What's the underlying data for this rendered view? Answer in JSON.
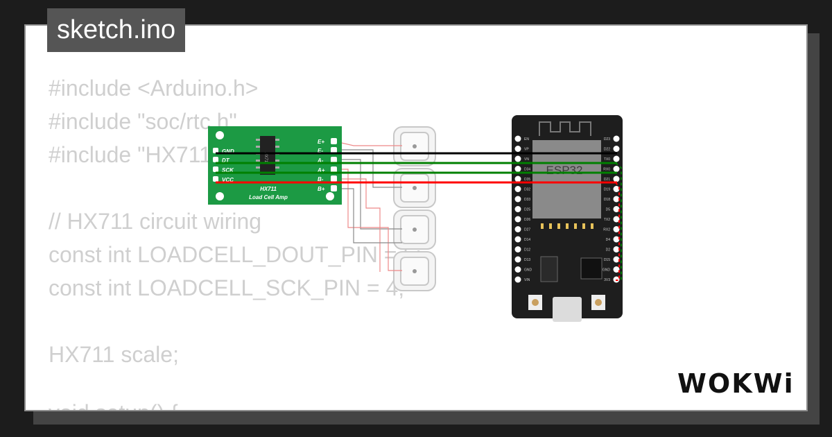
{
  "tab": {
    "title": "sketch.ino"
  },
  "code": {
    "lines": [
      "#include <Arduino.h>",
      "#include \"soc/rtc.h\"",
      "#include \"HX711.h\"",
      "",
      "// HX711 circuit wiring",
      "const int LOADCELL_DOUT_PIN = 5;",
      "const int LOADCELL_SCK_PIN = 4;",
      "",
      "HX711 scale;",
      "",
      "void setup() {"
    ]
  },
  "hx711": {
    "chip_label": "HX711",
    "title": "HX711",
    "subtitle": "Load Cell Amp",
    "left_pins": [
      "GND",
      "DT",
      "SCK",
      "VCC"
    ],
    "right_pins": [
      "E+",
      "E-",
      "A-",
      "A+",
      "B-",
      "B+"
    ]
  },
  "esp32": {
    "label": "ESP32",
    "left_pins": [
      "EN",
      "VP",
      "VN",
      "D34",
      "D35",
      "D32",
      "D33",
      "D25",
      "D26",
      "D27",
      "D14",
      "D12",
      "D13",
      "GND",
      "VIN"
    ],
    "right_pins": [
      "D23",
      "D22",
      "TX0",
      "RX0",
      "D21",
      "D19",
      "D18",
      "D5",
      "TX2",
      "RX2",
      "D4",
      "D2",
      "D15",
      "GND",
      "3V3"
    ]
  },
  "wires": {
    "gnd_color": "#000000",
    "dt_color": "#008000",
    "sck_color": "#008000",
    "vcc_color": "#ff0000"
  },
  "brand": {
    "logo_text": "WOKWi"
  }
}
